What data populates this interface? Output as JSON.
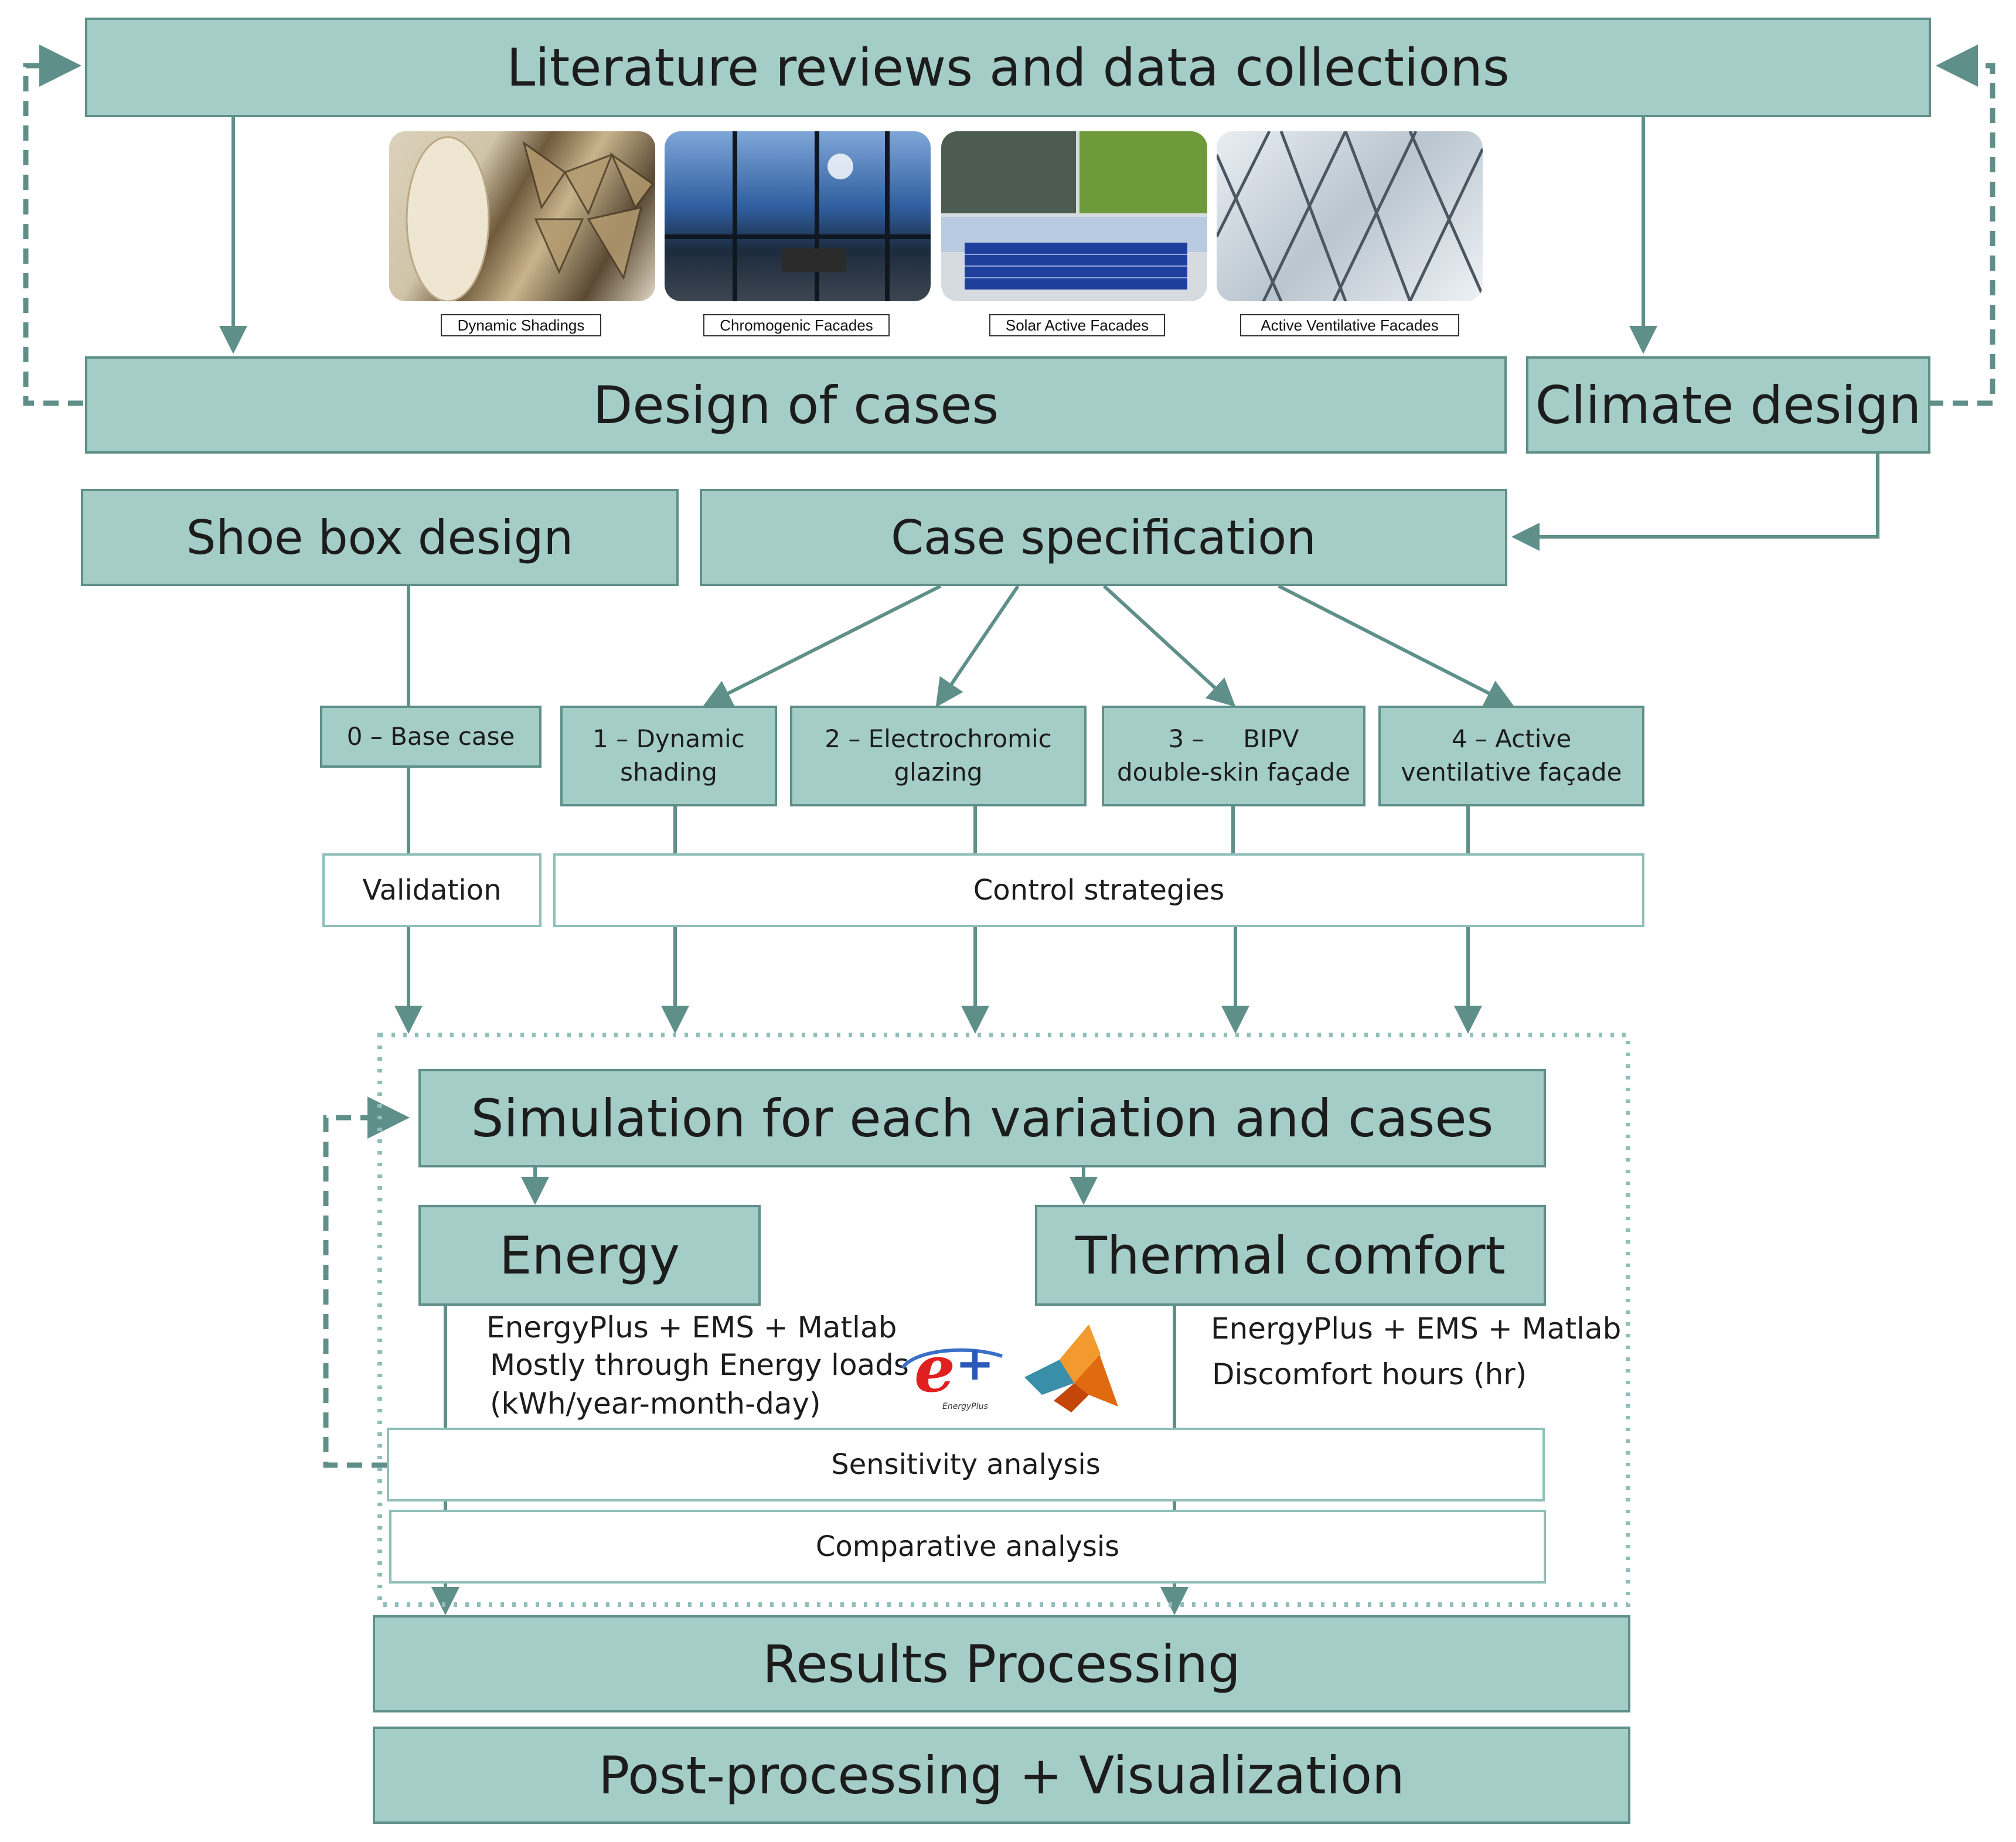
{
  "nodes": {
    "literature": "Literature reviews and data collections",
    "design_cases": "Design of cases",
    "climate": "Climate design",
    "shoebox": "Shoe box design",
    "case_spec": "Case specification",
    "case0": "0 – Base case",
    "case1": "1 – Dynamic\nshading",
    "case2": "2 – Electrochromic\nglazing",
    "case3": "3 –     BIPV\ndouble-skin façade",
    "case4": "4 – Active\nventilative façade",
    "validation": "Validation",
    "control": "Control strategies",
    "simulation": "Simulation for each variation and cases",
    "energy": "Energy",
    "thermal": "Thermal comfort",
    "sensitivity": "Sensitivity analysis",
    "comparative": "Comparative analysis",
    "results": "Results Processing",
    "post": "Post-processing + Visualization"
  },
  "photos": [
    {
      "caption": "Dynamic Shadings"
    },
    {
      "caption": "Chromogenic Facades"
    },
    {
      "caption": "Solar Active Facades"
    },
    {
      "caption": "Active Ventilative Facades"
    }
  ],
  "energy_notes": {
    "line1": "EnergyPlus + EMS + Matlab",
    "line2": "Mostly through Energy loads",
    "line3": "(kWh/year-month-day)"
  },
  "thermal_notes": {
    "line1": "EnergyPlus + EMS + Matlab",
    "line2": "Discomfort hours (hr)"
  },
  "logos": {
    "energyplus_text": "EnergyPlus",
    "energyplus_icon": "energyplus-logo",
    "matlab_icon": "matlab-logo"
  },
  "colors": {
    "box_fill": "#a3cdc6",
    "box_border": "#5f8f89",
    "arrow": "#5f8f89"
  }
}
